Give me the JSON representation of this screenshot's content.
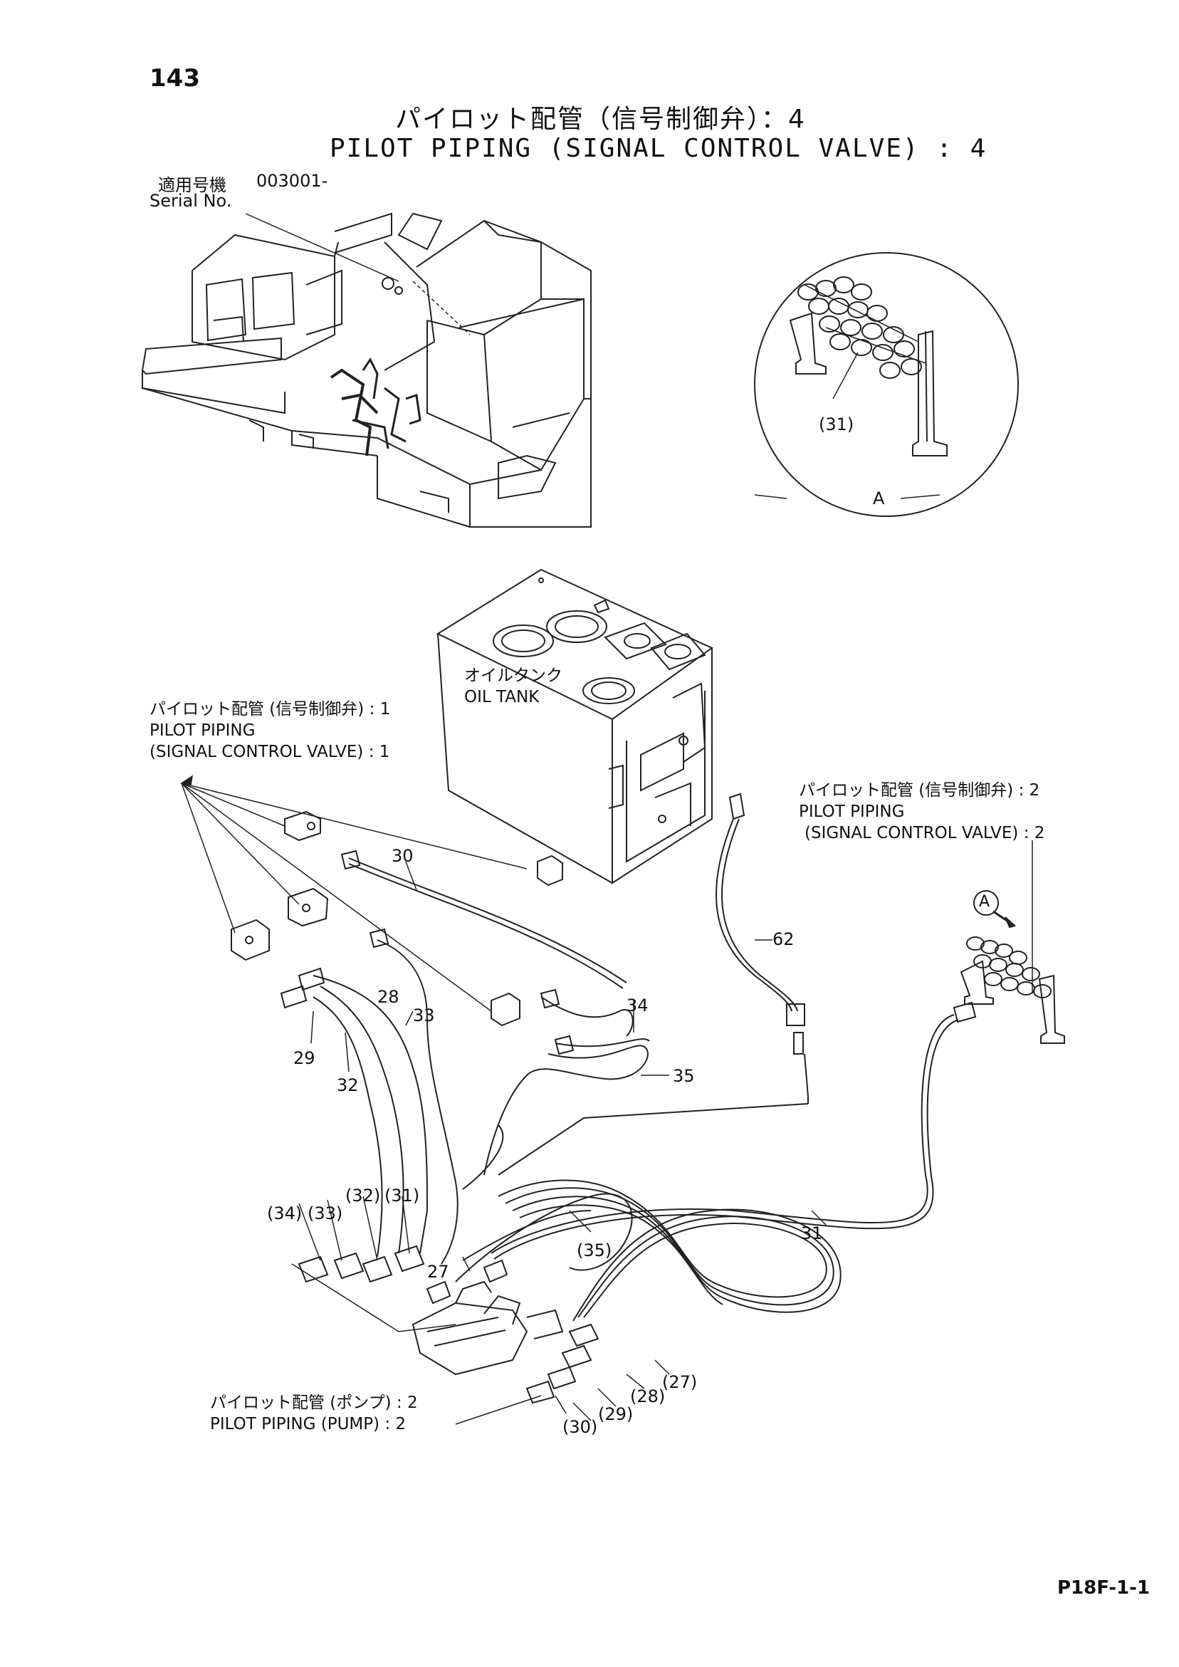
{
  "header": {
    "page_number": "143",
    "title_ja": "パイロット配管（信号制御弁）：4",
    "title_en": "PILOT PIPING (SIGNAL CONTROL VALVE) : 4",
    "serial_label_ja": "適用号機",
    "serial_value": "003001-",
    "serial_label_en": "Serial No."
  },
  "callouts": {
    "oil_tank_ja": "オイルタンク",
    "oil_tank_en": "OIL TANK",
    "ref1_ja": "パイロット配管 (信号制御弁) : 1",
    "ref1_en_1": "PILOT PIPING",
    "ref1_en_2": "(SIGNAL CONTROL VALVE) : 1",
    "ref2_ja": "パイロット配管 (信号制御弁) : 2",
    "ref2_en_1": "PILOT PIPING",
    "ref2_en_2": "(SIGNAL CONTROL VALVE) : 2",
    "pump_ja": "パイロット配管 (ポンプ) : 2",
    "pump_en": "PILOT PIPING (PUMP) : 2",
    "detail_view": "A",
    "detail_marker": "A"
  },
  "part_numbers": {
    "p30": "30",
    "p62": "62",
    "p28": "28",
    "p33": "33",
    "p34": "34",
    "p29": "29",
    "p32": "32",
    "p35": "35",
    "p31": "31",
    "p27": "27",
    "d31_detail": "(31)",
    "b34": "(34)",
    "b33": "(33)",
    "b32": "(32)",
    "b31": "(31)",
    "b35": "(35)",
    "b27": "(27)",
    "b28": "(28)",
    "b29": "(29)",
    "b30": "(30)"
  },
  "footer": {
    "code": "P18F-1-1"
  }
}
